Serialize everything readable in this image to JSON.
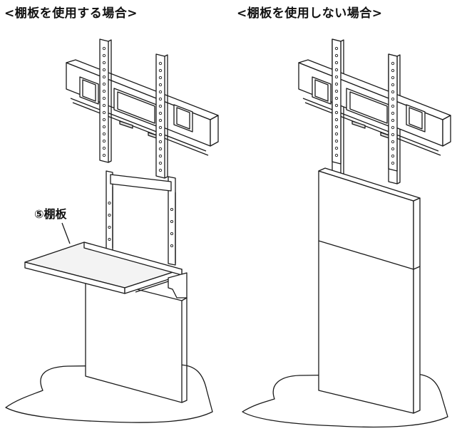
{
  "captions": {
    "with_shelf": "<棚板を使用する場合>",
    "without_shelf": "<棚板を使用しない場合>"
  },
  "callouts": {
    "shelf_label": "⑤棚板"
  }
}
